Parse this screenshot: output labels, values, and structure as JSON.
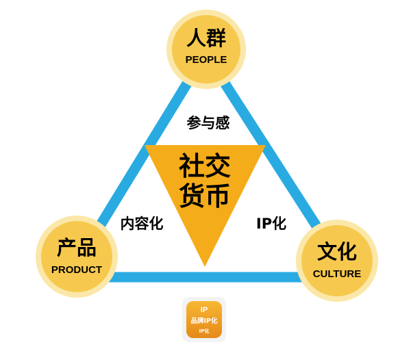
{
  "nodes": {
    "top": {
      "label": "人群",
      "sublabel": "PEOPLE"
    },
    "left": {
      "label": "产品",
      "sublabel": "PRODUCT"
    },
    "right": {
      "label": "文化",
      "sublabel": "CULTURE"
    }
  },
  "edges": {
    "top": "参与感",
    "left": "内容化",
    "right": "IP化"
  },
  "center": {
    "line1": "社交",
    "line2": "货币"
  },
  "logo": {
    "top": "IP",
    "middle": "品牌IP化",
    "bottom": "IP化"
  },
  "colors": {
    "edge": "#29abe2",
    "node_fill": "#f6c94e",
    "node_ring": "#fbe7a8",
    "center_fill": "#f5ac1a",
    "text": "#000000",
    "logo_fill": "#f0a11c"
  }
}
